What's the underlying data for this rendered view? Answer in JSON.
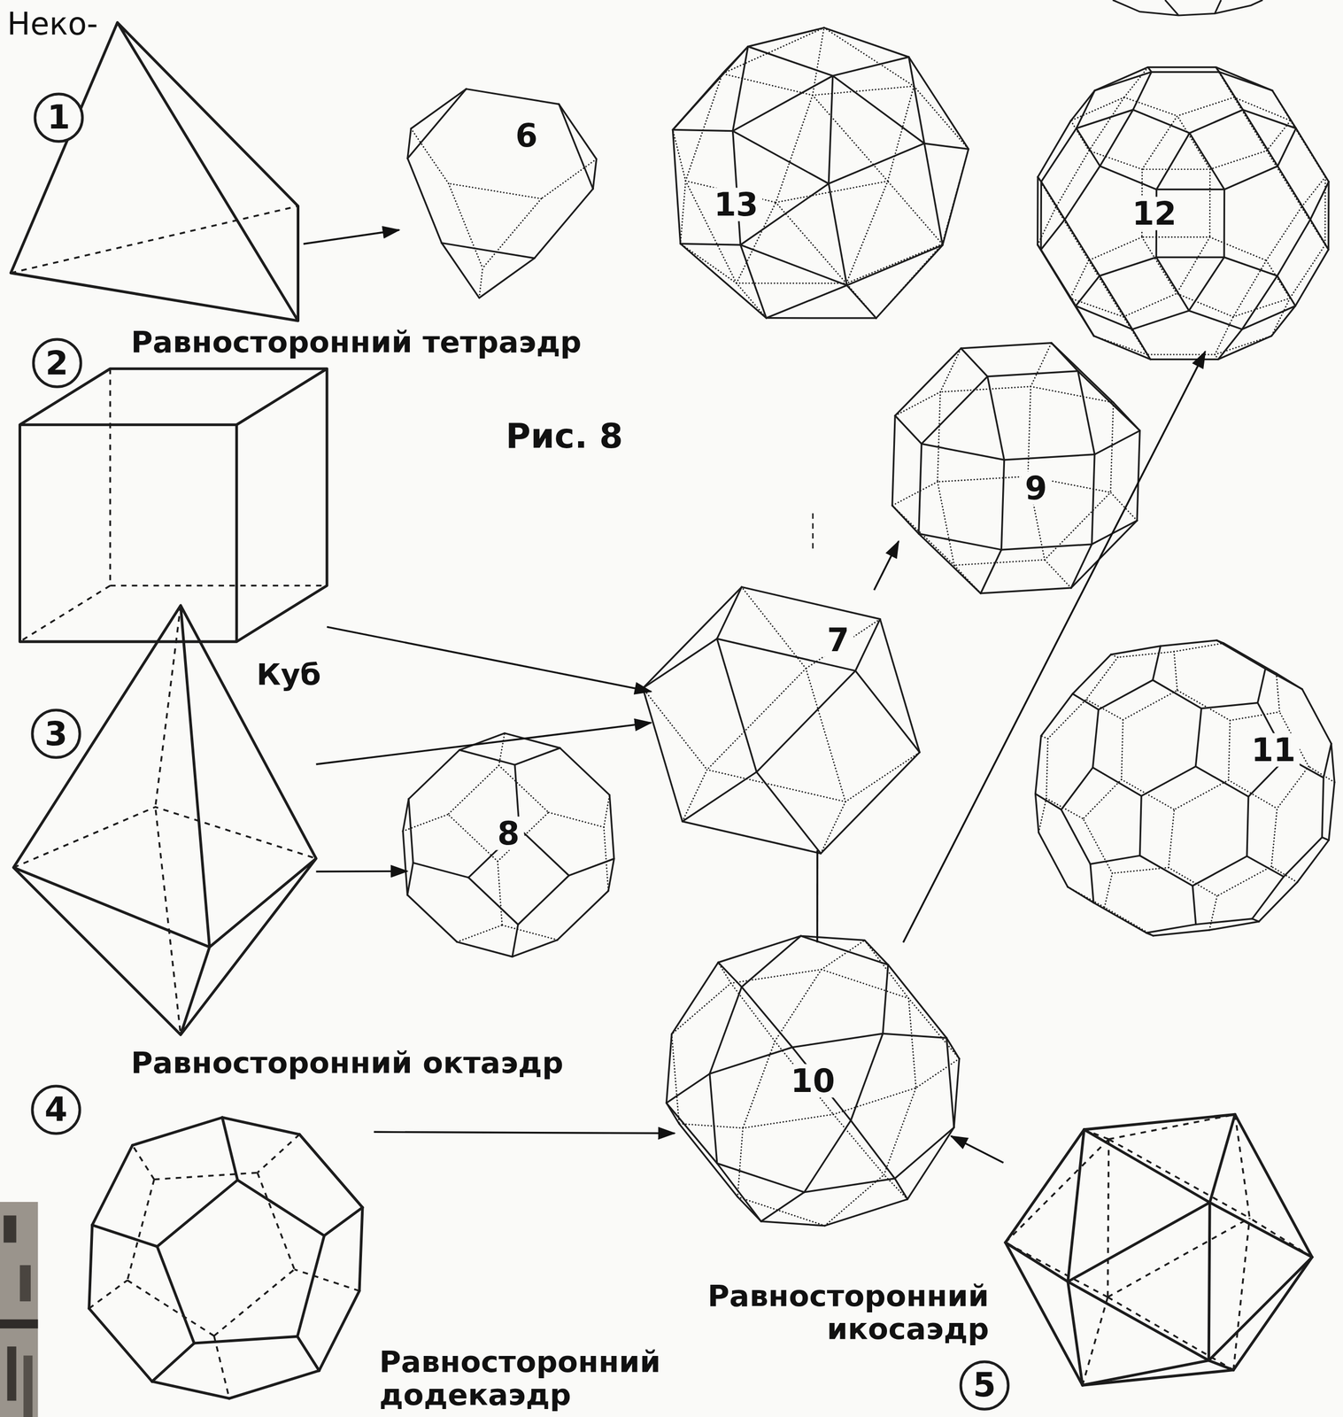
{
  "diagram": {
    "nodes": [
      {
        "text": [
          "1"
        ]
      },
      {
        "text": [
          "Равносторонний тетраэдр"
        ]
      },
      {
        "text": [
          "6"
        ]
      },
      {
        "text": [
          "13"
        ]
      },
      {
        "text": [
          "12"
        ]
      },
      {
        "text": [
          "2"
        ]
      },
      {
        "text": [
          "Куб"
        ]
      },
      {
        "text": [
          "9"
        ]
      },
      {
        "text": [
          "7"
        ]
      },
      {
        "text": [
          "3"
        ]
      },
      {
        "text": [
          "Равносторонний октаэдр"
        ]
      },
      {
        "text": [
          "8"
        ]
      },
      {
        "text": [
          "11"
        ]
      },
      {
        "text": [
          "10"
        ]
      },
      {
        "text": [
          "4"
        ]
      },
      {
        "text": [
          "Равносторонний додекаэдр"
        ]
      },
      {
        "text": [
          "Равносторонний икосаэдр"
        ]
      },
      {
        "text": [
          "5"
        ]
      }
    ],
    "edges": [
      {
        "from": 1,
        "to": 2,
        "arrow": "to"
      },
      {
        "from": 6,
        "to": 8,
        "arrow": "to"
      },
      {
        "from": 10,
        "to": 8,
        "arrow": "to"
      },
      {
        "from": 10,
        "to": 11,
        "arrow": "to"
      },
      {
        "from": 8,
        "to": 7,
        "arrow": "to"
      },
      {
        "from": 8,
        "to": 13,
        "arrow": "none"
      },
      {
        "from": 13,
        "to": 4,
        "arrow": "to"
      },
      {
        "from": 15,
        "to": 13,
        "arrow": "to"
      },
      {
        "from": 16,
        "to": 13,
        "arrow": "to"
      }
    ],
    "labels": [
      "Неко-",
      "Рис. 8"
    ]
  }
}
